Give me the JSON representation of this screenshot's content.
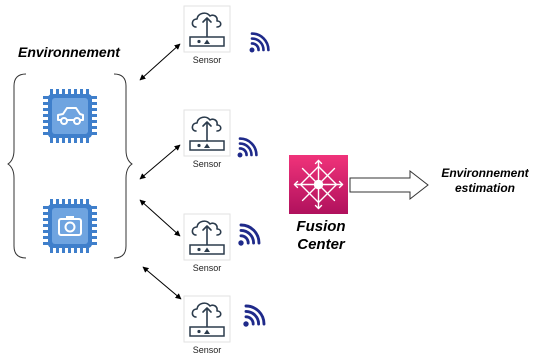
{
  "environment": {
    "title": "Environnement"
  },
  "sensors": [
    {
      "label": "Sensor"
    },
    {
      "label": "Sensor"
    },
    {
      "label": "Sensor"
    },
    {
      "label": "Sensor"
    }
  ],
  "fusion_center": {
    "line1": "Fusion",
    "line2": "Center"
  },
  "output": {
    "line1": "Environnement",
    "line2": "estimation"
  },
  "colors": {
    "chip_blue": "#3f7fcb",
    "chip_light": "#6fa4e0",
    "fusion_top": "#f0337a",
    "fusion_bottom": "#b0115d",
    "signal_navy": "#1f2a8a",
    "sensor_icon": "#2b3b4c"
  },
  "icons": {
    "car_chip": "car-chip-icon",
    "camera_chip": "camera-chip-icon",
    "sensor": "cloud-upload-device-icon",
    "signal": "wireless-signal-icon",
    "fusion": "fusion-center-icon"
  }
}
